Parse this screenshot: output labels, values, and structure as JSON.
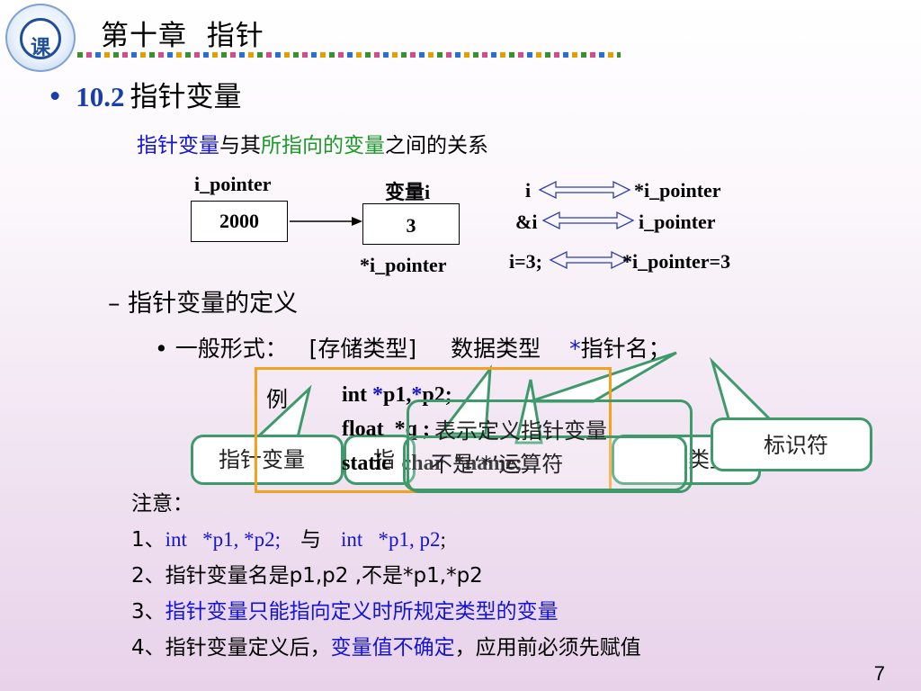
{
  "header": {
    "chapter_title": "第十章  指针"
  },
  "logo": {
    "glyph": "课"
  },
  "section": {
    "bullet": "•",
    "number": "10.2",
    "title": "指针变量"
  },
  "relation": {
    "part1": "指针变量",
    "part2": "与其",
    "part3": "所指向的变量",
    "part4": "之间的关系"
  },
  "diagram": {
    "pointer_label": "i_pointer",
    "pointer_value": "2000",
    "var_label": "变量i",
    "var_value": "3",
    "var_deref_label": "*i_pointer",
    "eq_rows": [
      {
        "left": "i",
        "right": "*i_pointer"
      },
      {
        "left": "&i",
        "right": "i_pointer"
      },
      {
        "left": "i=3;",
        "right": "*i_pointer=3"
      }
    ]
  },
  "definition": {
    "dash": "–",
    "title": "指针变量的定义",
    "bullet": "•",
    "general_form_label": "一般形式：",
    "storage": "[存储类型]",
    "data_type": "数据类型",
    "star": "*",
    "pointer_name": "指针名；"
  },
  "example": {
    "label": "例",
    "line1_a": "int ",
    "line1_star1": "*",
    "line1_b": "p1,",
    "line1_star2": "*",
    "line1_c": "p2;",
    "line2": "float  *q ;",
    "line3": "static  char  *name;"
  },
  "callouts": {
    "pointer_var": "指针变量",
    "points_to": "指",
    "type": "类型",
    "identifier": "标识符",
    "not_operator": "不是‘*’运算符",
    "means_pointer": "表示定义指针变量"
  },
  "notes": {
    "heading": "注意：",
    "n1_prefix": "1、",
    "n1_a": "int   *p1, *p2;",
    "n1_mid": "   与   ",
    "n1_b": "int   *p1, p2",
    "n1_end": ";",
    "n2": "2、指针变量名是p1,p2 ,不是*p1,*p2",
    "n3_prefix": "3、",
    "n3_text": "指针变量只能指向定义时所规定类型的变量",
    "n4_prefix": "4、指针变量定义后，",
    "n4_blue": "变量值不确定",
    "n4_end": "，应用前必须先赋值"
  },
  "page_number": "7"
}
